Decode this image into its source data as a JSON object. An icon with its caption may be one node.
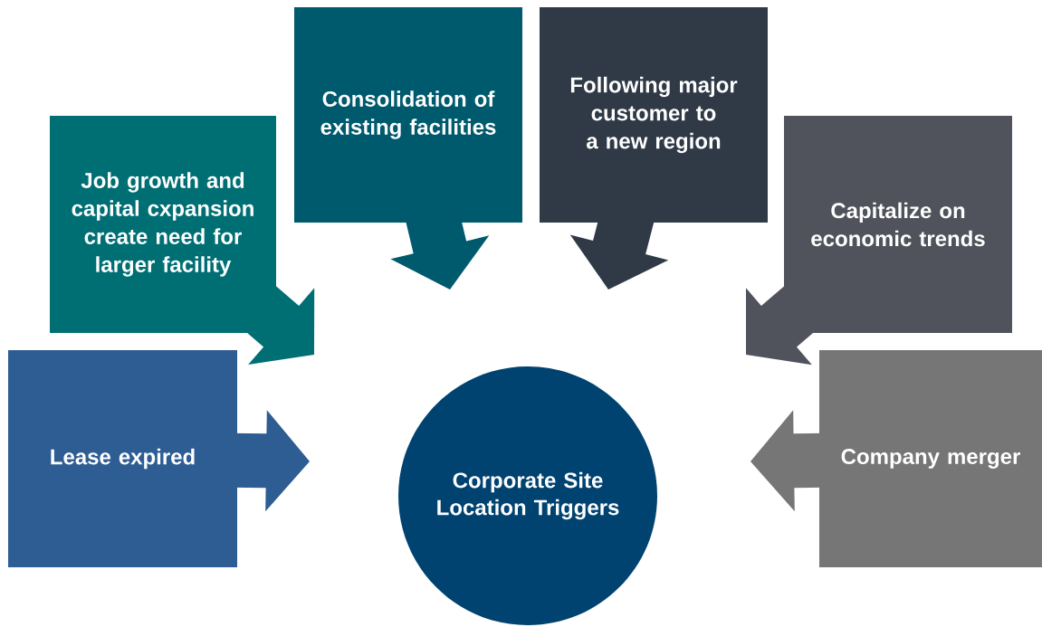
{
  "diagram": {
    "nodes": [
      {
        "text": [
          "Corporate Site Location Triggers"
        ]
      },
      {
        "text": [
          "Lease expired"
        ]
      },
      {
        "text": [
          "Job growth and capital cxpansion create need for larger facility"
        ]
      },
      {
        "text": [
          "Consolidation of existing facilities"
        ]
      },
      {
        "text": [
          "Following major customer to a new region"
        ]
      },
      {
        "text": [
          "Capitalize on economic trends"
        ]
      },
      {
        "text": [
          "Company merger"
        ]
      }
    ]
  }
}
